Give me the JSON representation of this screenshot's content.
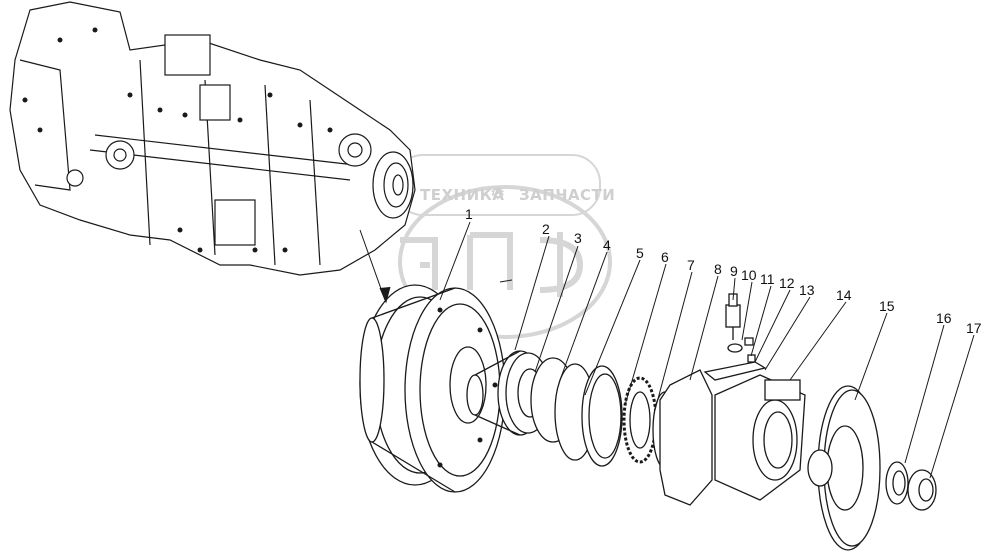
{
  "watermark": {
    "left_text": "ТЕХНИКА",
    "right_text": "ЗАПЧАСТИ",
    "logo": "ЭПФ",
    "gear_icon": "gear-icon"
  },
  "callouts": [
    {
      "id": "1",
      "label": "1"
    },
    {
      "id": "2",
      "label": "2"
    },
    {
      "id": "3",
      "label": "3"
    },
    {
      "id": "4",
      "label": "4"
    },
    {
      "id": "5",
      "label": "5"
    },
    {
      "id": "6",
      "label": "6"
    },
    {
      "id": "7",
      "label": "7"
    },
    {
      "id": "8",
      "label": "8"
    },
    {
      "id": "9",
      "label": "9"
    },
    {
      "id": "10",
      "label": "10"
    },
    {
      "id": "11",
      "label": "11"
    },
    {
      "id": "12",
      "label": "12"
    },
    {
      "id": "13",
      "label": "13"
    },
    {
      "id": "14",
      "label": "14"
    },
    {
      "id": "15",
      "label": "15"
    },
    {
      "id": "16",
      "label": "16"
    },
    {
      "id": "17",
      "label": "17"
    }
  ],
  "colors": {
    "line": "#1a1a1a",
    "watermark": "#cfcfcf",
    "background": "#ffffff"
  }
}
